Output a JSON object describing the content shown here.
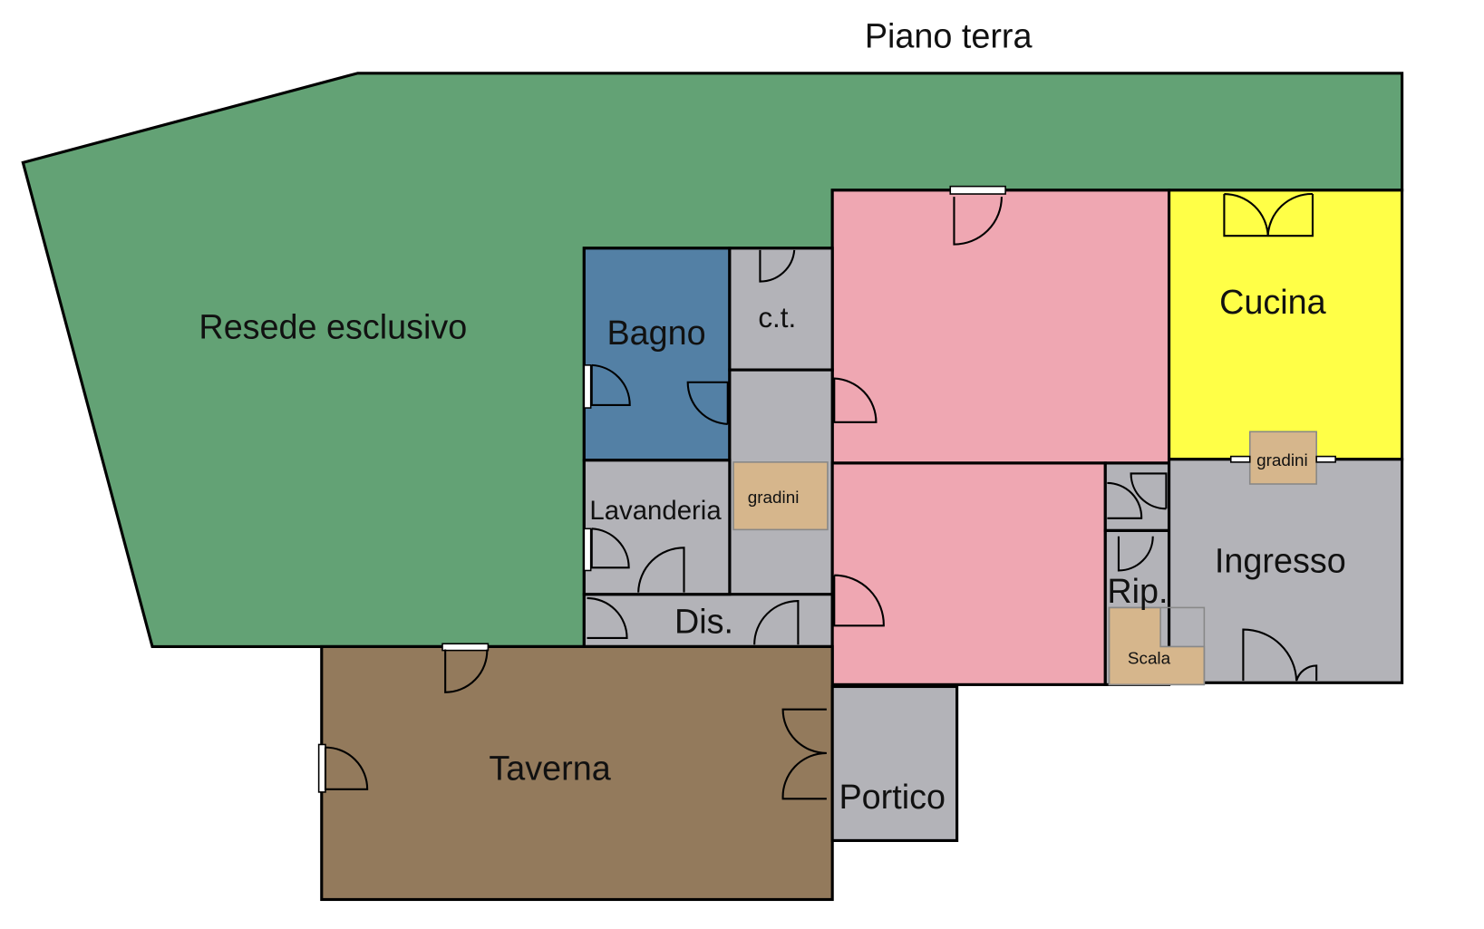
{
  "title": "Piano terra",
  "rooms": {
    "resede": "Resede esclusivo",
    "bagno": "Bagno",
    "ct": "c.t.",
    "cucina": "Cucina",
    "lavanderia": "Lavanderia",
    "dis": "Dis.",
    "ingresso": "Ingresso",
    "rip": "Rip.",
    "taverna": "Taverna",
    "portico": "Portico"
  },
  "features": {
    "gradini_1": "gradini",
    "gradini_2": "gradini",
    "scala": "Scala"
  },
  "colors": {
    "garden": "#63a275",
    "pink": "#efa7b2",
    "kitchen": "#ffff47",
    "bath": "#5380a5",
    "service": "#b3b3b8",
    "taverna": "#937a5c",
    "stairs": "#d6b68c"
  }
}
